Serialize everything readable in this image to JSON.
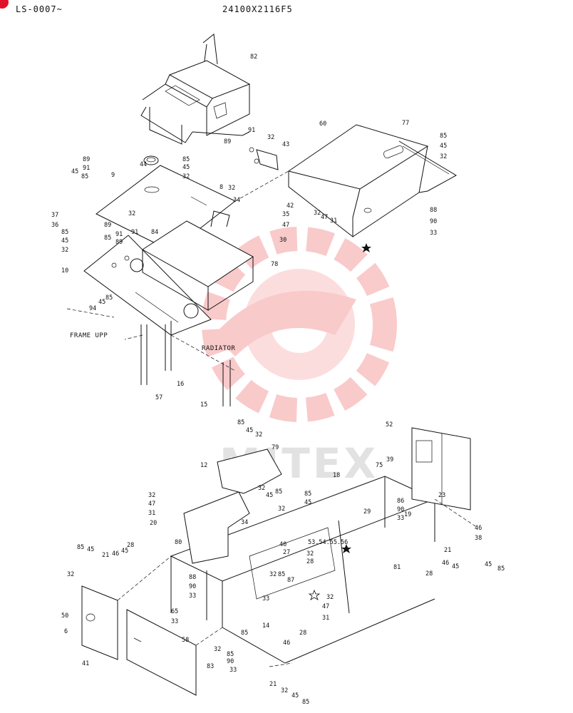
{
  "header": {
    "model_range": "LS-0007~",
    "drawing_code": "24100X2116F5"
  },
  "labels": {
    "frame_upp": "FRAME UPP",
    "radiator": "RADIATOR"
  },
  "watermark": {
    "text": "MITEX",
    "color": "#f06a6a"
  },
  "colors": {
    "ink": "#111111",
    "corner_mark": "#e0102a"
  },
  "part_numbers": [
    "82",
    "89",
    "91",
    "32",
    "43",
    "60",
    "77",
    "85",
    "45",
    "32",
    "44",
    "85",
    "45",
    "32",
    "9",
    "89",
    "91",
    "85",
    "45",
    "32",
    "8",
    "34",
    "42",
    "35",
    "47",
    "30",
    "32",
    "47",
    "31",
    "88",
    "90",
    "33",
    "37",
    "36",
    "85",
    "45",
    "32",
    "89",
    "91",
    "85",
    "91",
    "32",
    "89",
    "84",
    "78",
    "10",
    "85",
    "94",
    "45",
    "57",
    "16",
    "15",
    "85",
    "45",
    "32",
    "79",
    "12",
    "18",
    "52",
    "39",
    "75",
    "32",
    "47",
    "31",
    "20",
    "32",
    "85",
    "85",
    "45",
    "32",
    "45",
    "29",
    "86",
    "90",
    "33",
    "23",
    "19",
    "46",
    "38",
    "34",
    "40",
    "27",
    "53.54.55.56",
    "32",
    "28",
    "80",
    "85",
    "45",
    "21",
    "46",
    "45",
    "28",
    "32",
    "88",
    "90",
    "33",
    "32",
    "85",
    "87",
    "33",
    "81",
    "21",
    "45",
    "46",
    "28",
    "32",
    "45",
    "85",
    "50",
    "6",
    "41",
    "83",
    "58",
    "65",
    "32",
    "85",
    "90",
    "33",
    "14",
    "85",
    "46",
    "28",
    "21",
    "32",
    "45",
    "85",
    "33",
    "47",
    "31"
  ]
}
